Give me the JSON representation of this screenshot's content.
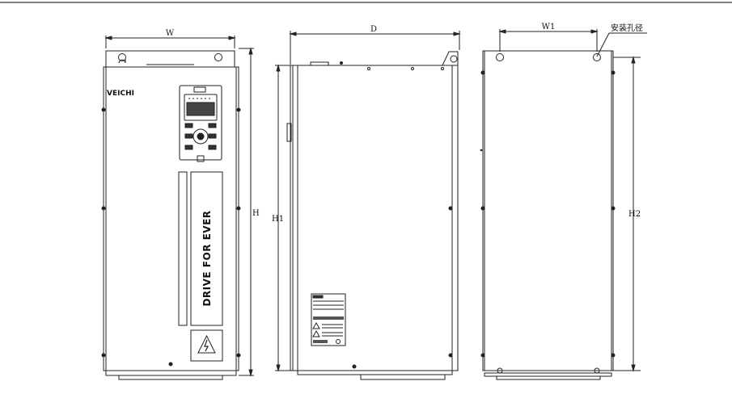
{
  "diagram": {
    "dimensions": {
      "width": "W",
      "depth": "D",
      "mount_width": "W1",
      "height": "H",
      "height_1": "H1",
      "height_2": "H2"
    },
    "callout_mount_hole": "安装孔径",
    "brand": "VEICHI",
    "slogan": "DRIVE FOR EVER"
  }
}
